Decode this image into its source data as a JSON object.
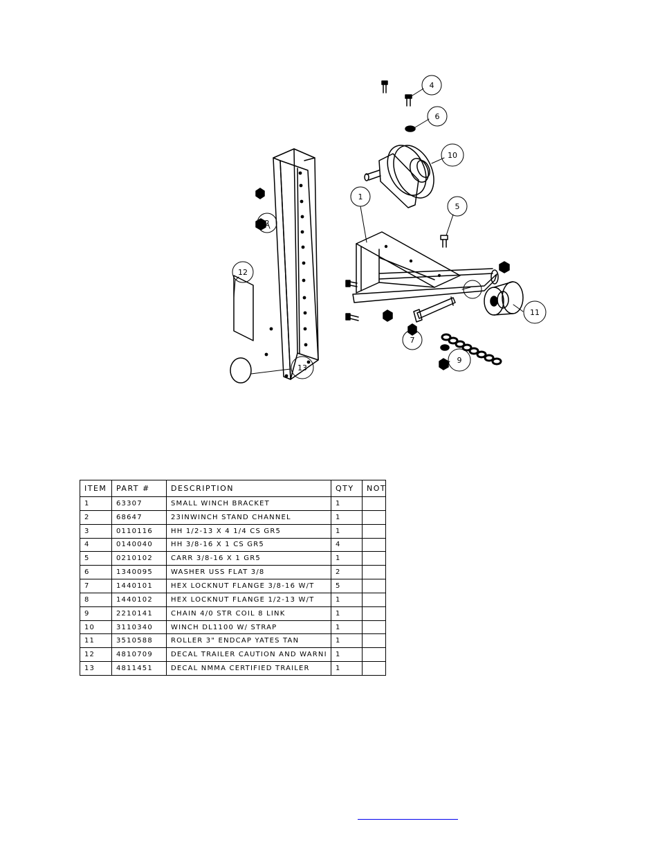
{
  "callouts": [
    "1",
    "2",
    "4",
    "5",
    "6",
    "7",
    "9",
    "10",
    "11",
    "12",
    "13"
  ],
  "bom": {
    "headers": [
      "ITEM",
      "PART #",
      "DESCRIPTION",
      "QTY",
      "NOTE"
    ],
    "rows": [
      [
        "1",
        "63307",
        "SMALL WINCH BRACKET",
        "1",
        ""
      ],
      [
        "2",
        "68647",
        "23INWINCH STAND CHANNEL",
        "1",
        ""
      ],
      [
        "3",
        "0110116",
        "HH 1/2-13 X 4 1/4 CS GR5",
        "1",
        ""
      ],
      [
        "4",
        "0140040",
        "HH 3/8-16 X 1 CS GR5",
        "4",
        ""
      ],
      [
        "5",
        "0210102",
        "CARR 3/8-16 X 1 GR5",
        "1",
        ""
      ],
      [
        "6",
        "1340095",
        "WASHER USS FLAT 3/8",
        "2",
        ""
      ],
      [
        "7",
        "1440101",
        "HEX LOCKNUT FLANGE 3/8-16 W/T",
        "5",
        ""
      ],
      [
        "8",
        "1440102",
        "HEX LOCKNUT FLANGE 1/2-13 W/T",
        "1",
        ""
      ],
      [
        "9",
        "2210141",
        "CHAIN 4/0 STR COIL 8 LINK",
        "1",
        ""
      ],
      [
        "10",
        "3110340",
        "WINCH DL1100 W/ STRAP",
        "1",
        ""
      ],
      [
        "11",
        "3510588",
        "ROLLER 3\" ENDCAP YATES TAN",
        "1",
        ""
      ],
      [
        "12",
        "4810709",
        "DECAL TRAILER CAUTION AND WARNI",
        "1",
        ""
      ],
      [
        "13",
        "4811451",
        "DECAL NMMA CERTIFIED TRAILER",
        "1",
        ""
      ]
    ]
  }
}
